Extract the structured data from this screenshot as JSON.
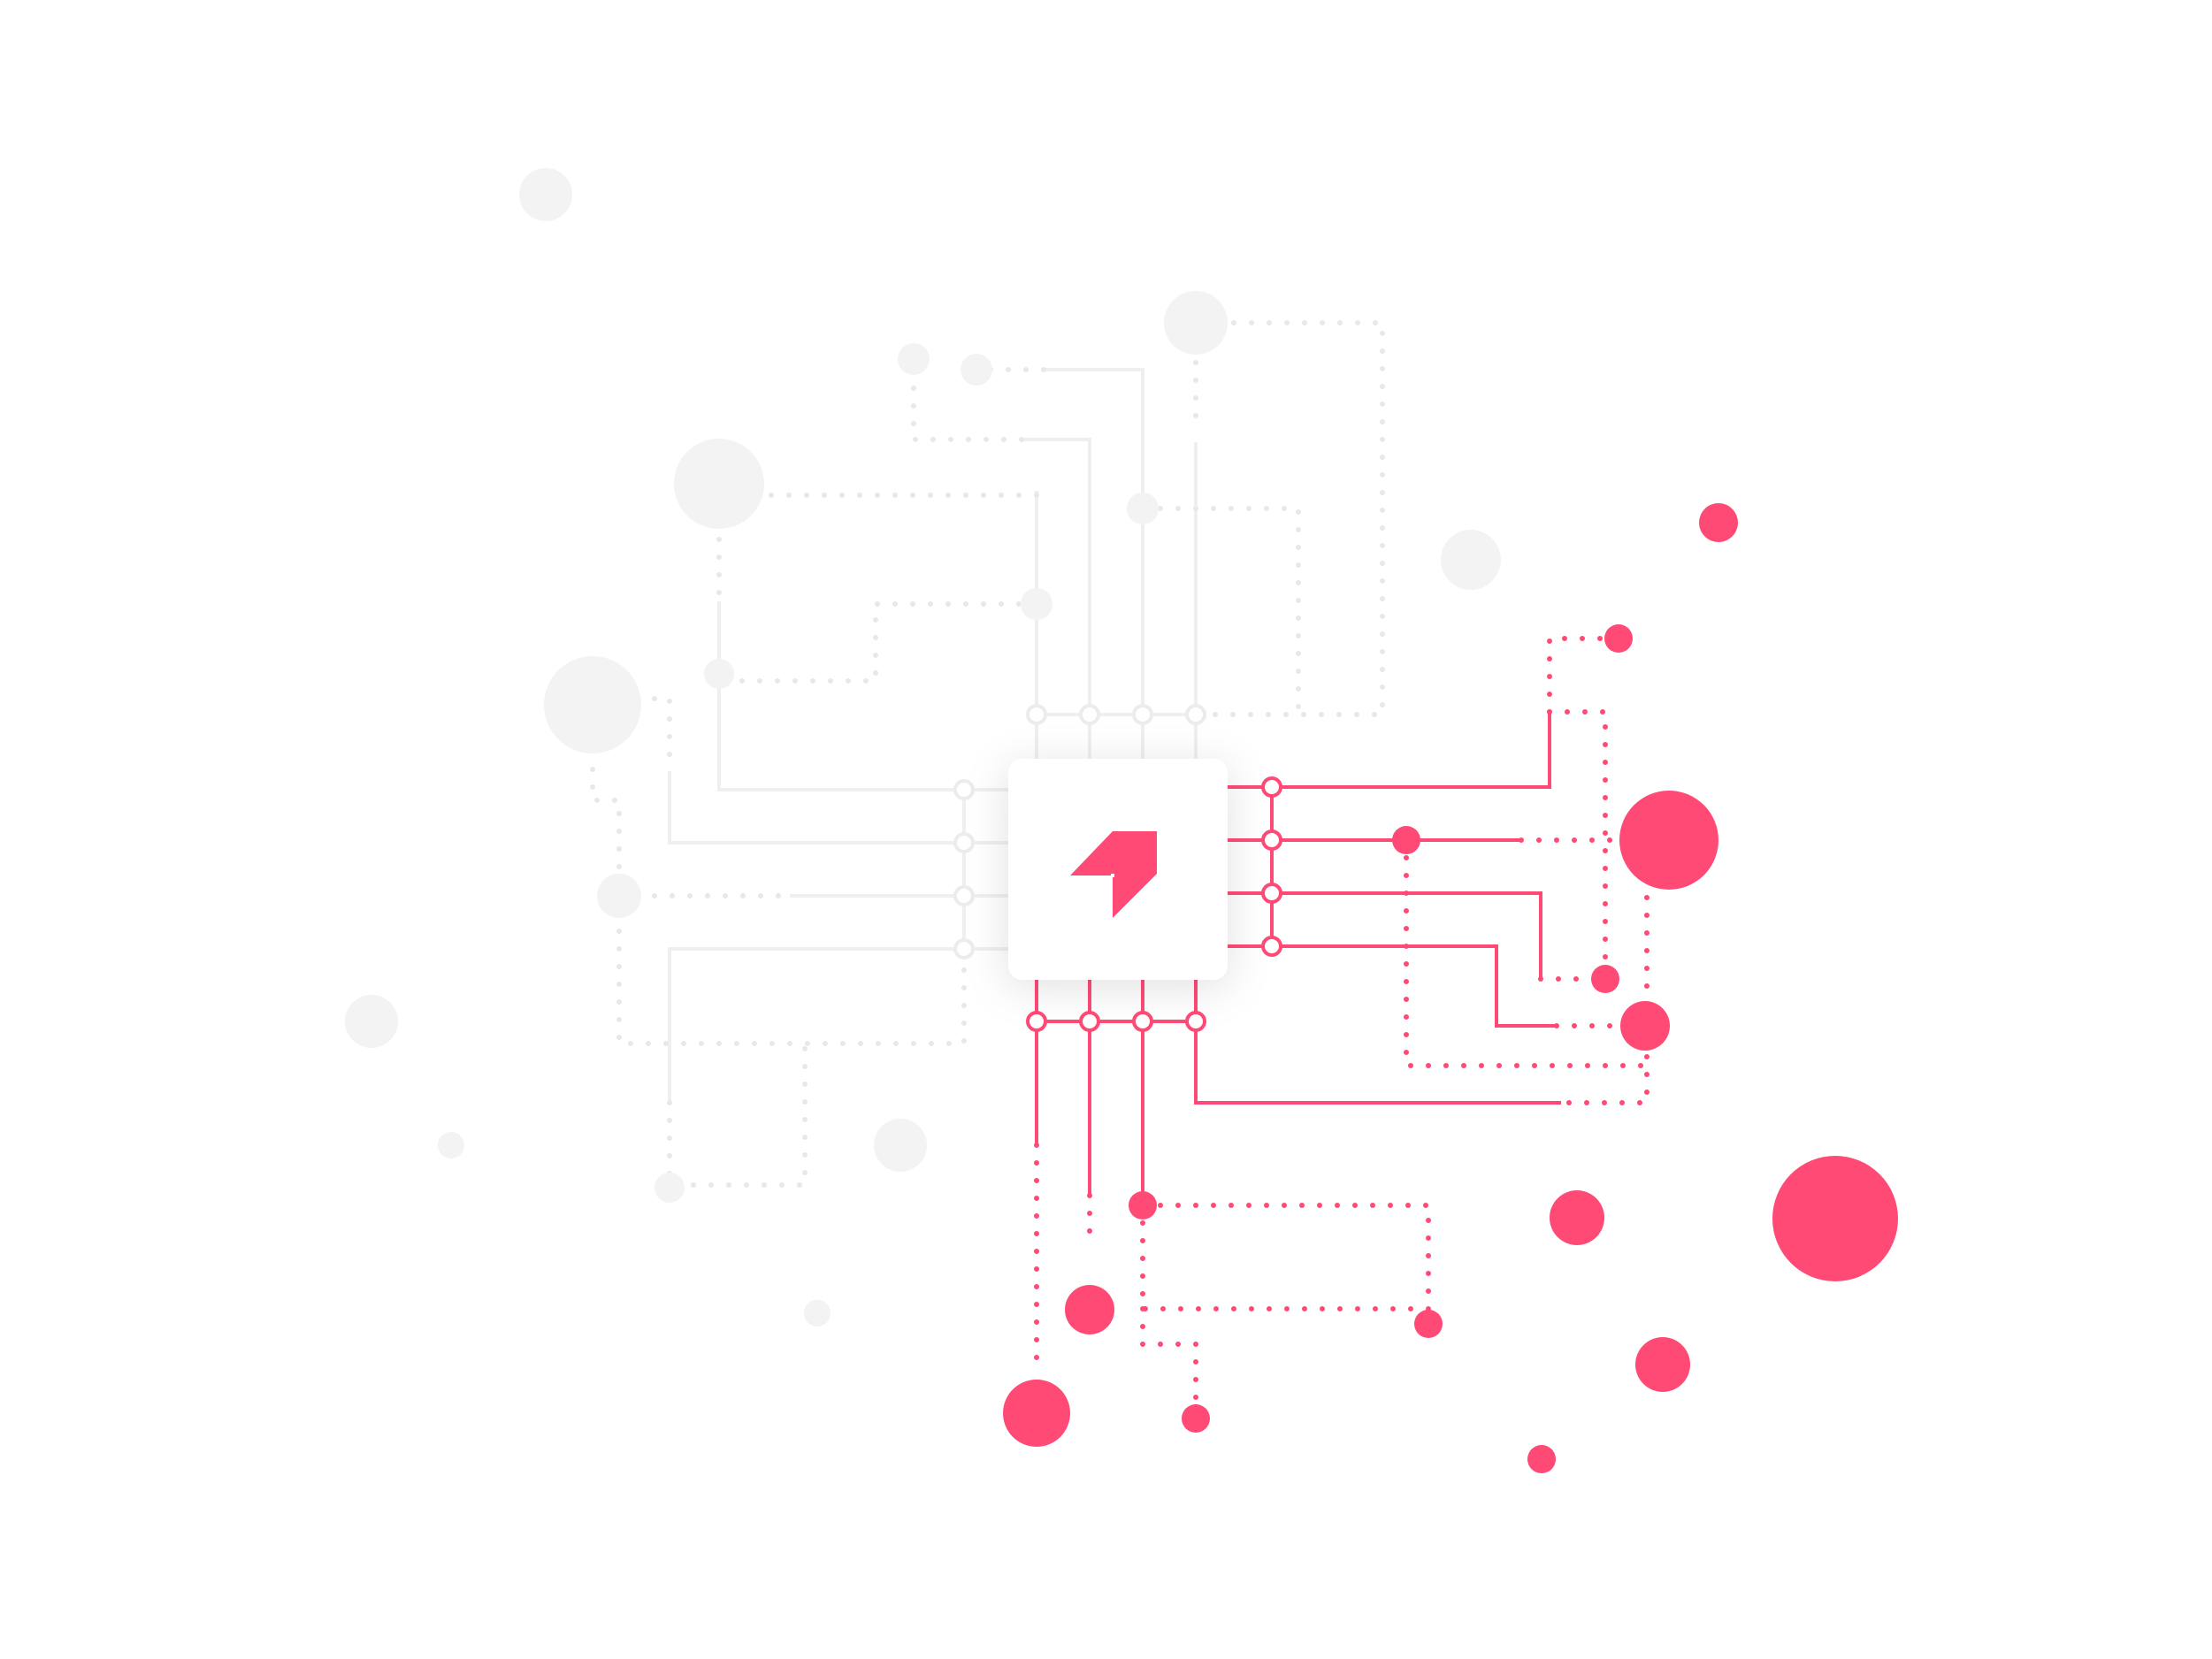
{
  "colors": {
    "accent": "#ff4a76",
    "inactive": "#efefef",
    "chip_background": "#ffffff",
    "page_background": "#ffffff"
  },
  "center_chip": {
    "icon": "brand-logo-icon",
    "shadow": "soft"
  },
  "decor": {
    "theme": "circuit-board",
    "inactive_side": "left-top",
    "active_side": "right-bottom"
  }
}
